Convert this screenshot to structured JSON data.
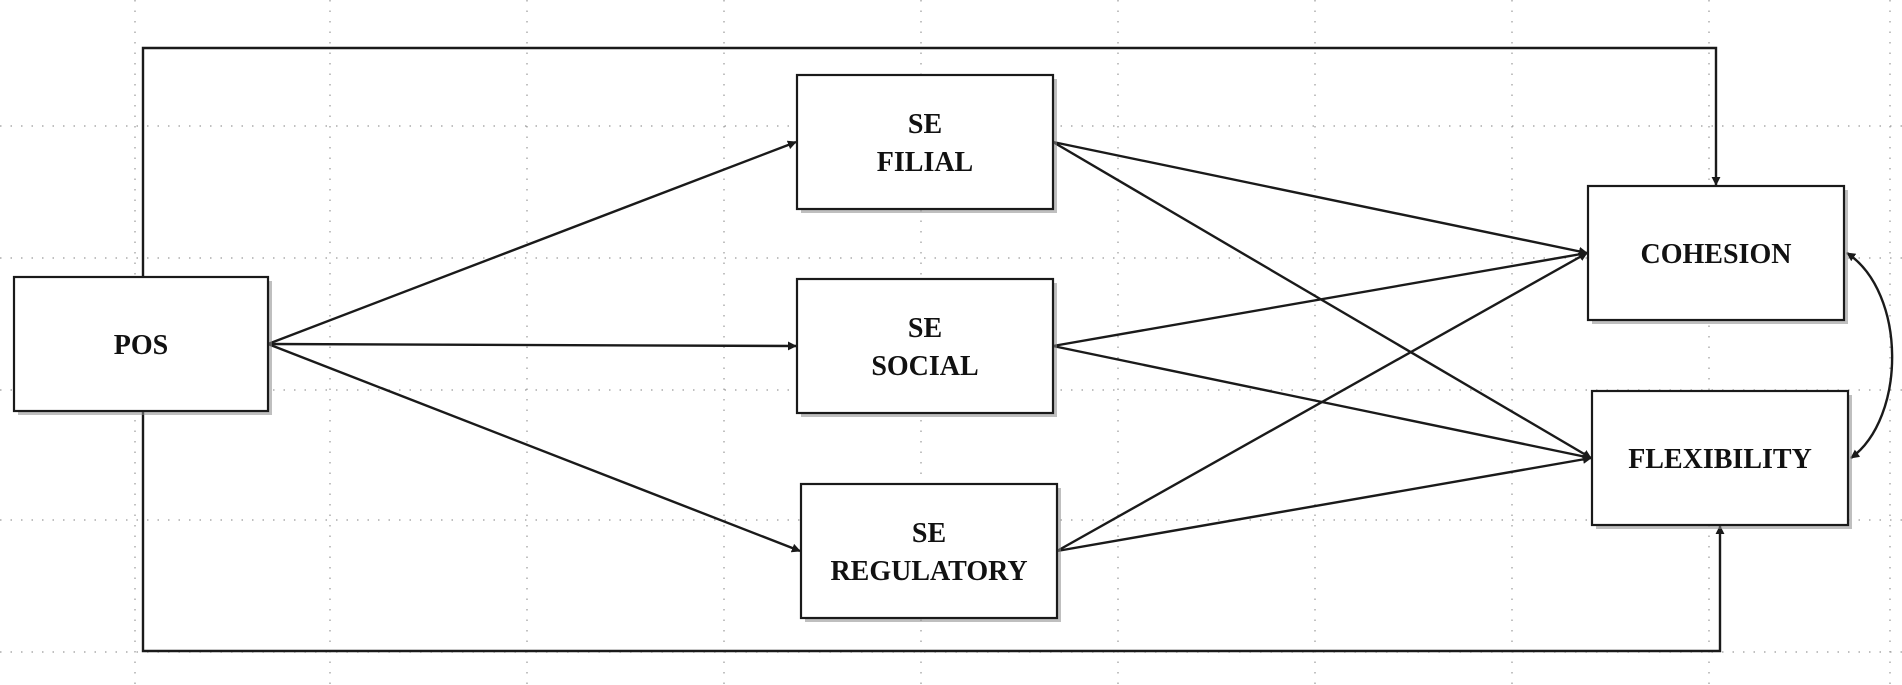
{
  "diagram": {
    "nodes": [
      {
        "id": "pos",
        "lines": [
          "POS"
        ]
      },
      {
        "id": "se_filial",
        "lines": [
          "SE",
          "FILIAL"
        ]
      },
      {
        "id": "se_social",
        "lines": [
          "SE",
          "SOCIAL"
        ]
      },
      {
        "id": "se_regulatory",
        "lines": [
          "SE",
          "REGULATORY"
        ]
      },
      {
        "id": "cohesion",
        "lines": [
          "COHESION"
        ]
      },
      {
        "id": "flexibility",
        "lines": [
          "FLEXIBILITY"
        ]
      }
    ],
    "edges": [
      {
        "from": "pos",
        "to": "se_filial",
        "arrow": "end"
      },
      {
        "from": "pos",
        "to": "se_social",
        "arrow": "end"
      },
      {
        "from": "pos",
        "to": "se_regulatory",
        "arrow": "end"
      },
      {
        "from": "se_filial",
        "to": "cohesion",
        "arrow": "end"
      },
      {
        "from": "se_filial",
        "to": "flexibility",
        "arrow": "end"
      },
      {
        "from": "se_social",
        "to": "cohesion",
        "arrow": "end"
      },
      {
        "from": "se_social",
        "to": "flexibility",
        "arrow": "end"
      },
      {
        "from": "se_regulatory",
        "to": "cohesion",
        "arrow": "end"
      },
      {
        "from": "se_regulatory",
        "to": "flexibility",
        "arrow": "end"
      },
      {
        "from": "pos",
        "to": "cohesion",
        "arrow": "end",
        "route": "top"
      },
      {
        "from": "pos",
        "to": "flexibility",
        "arrow": "end",
        "route": "bottom"
      },
      {
        "from": "cohesion",
        "to": "flexibility",
        "arrow": "both",
        "route": "curved"
      }
    ],
    "background": "dotted-grid"
  }
}
